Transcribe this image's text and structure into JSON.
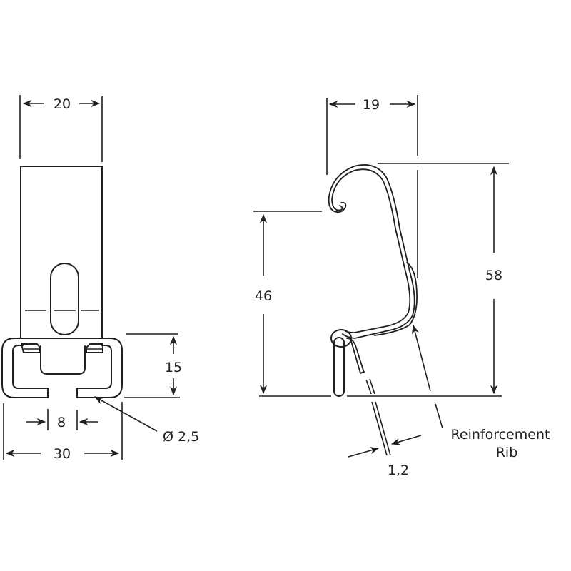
{
  "drawing": {
    "stroke_color": "#231f20",
    "background": "#ffffff",
    "front_view": {
      "width_top": "20",
      "height_channel": "15",
      "slot_width": "8",
      "overall_width": "30",
      "hole_diameter": "Ø 2,5"
    },
    "side_view": {
      "hook_width": "19",
      "height_hook_bottom": "46",
      "overall_height": "58",
      "wire_thickness": "1,2",
      "rib_label_line1": "Reinforcement",
      "rib_label_line2": "Rib"
    }
  }
}
